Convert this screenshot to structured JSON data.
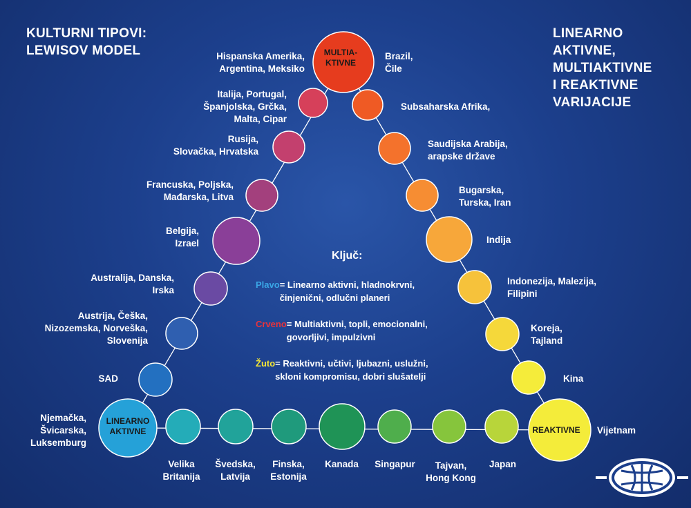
{
  "title_left": "KULTURNI TIPOVI:\nLEWISOV MODEL",
  "title_right": "LINEARNO\nAKTIVNE,\nMULTIAKTIVNE\nI REAKTIVNE\nVARIJACIJE",
  "vertices": {
    "multiactive": "MULTIA-\nKTIVNE",
    "linear": "LINEARNO\nAKTIVNE",
    "reactive": "REAKTIVNE"
  },
  "labels": {
    "hispanska": "Hispanska Amerika,\nArgentina, Meksiko",
    "brazil": "Brazil,\nČile",
    "italija": "Italija, Portugal,\nŠpanjolska, Grčka,\nMalta, Cipar",
    "subsaharska": "Subsaharska Afrika,",
    "rusija": "Rusija,\nSlovačka, Hrvatska",
    "saudijska": "Saudijska Arabija,\narapske države",
    "francuska": "Francuska, Poljska,\nMađarska, Litva",
    "bugarska": "Bugarska,\nTurska, Iran",
    "belgija": "Belgija,\nIzrael",
    "indija": "Indija",
    "australija": "Australija, Danska,\nIrska",
    "indonezija": "Indonezija, Malezija,\nFilipini",
    "austrija": "Austrija, Češka,\nNizozemska, Norveška,\nSlovenija",
    "koreja": "Koreja,\nTajland",
    "sad": "SAD",
    "kina": "Kina",
    "njemacka": "Njemačka,\nŠvicarska,\nLuksemburg",
    "vijetnam": "Vijetnam",
    "velika": "Velika\nBritanija",
    "svedska": "Švedska,\nLatvija",
    "finska": "Finska,\nEstonija",
    "kanada": "Kanada",
    "singapur": "Singapur",
    "tajvan": "Tajvan,\nHong Kong",
    "japan": "Japan"
  },
  "key": {
    "title": "Ključ:",
    "blue_name": "Plavo",
    "blue_desc": " = Linearno aktivni, hladnokrvni,\n     činjenični, odlučni planeri",
    "red_name": "Crveno",
    "red_desc": " = Multiaktivni, topli, emocionalni,\n       govorljivi, impulzivni",
    "yellow_name": "Žuto",
    "yellow_desc": " = Reaktivni, učtivi, ljubazni, uslužni,\n    skloni kompromisu, dobri slušatelji"
  },
  "colors": {
    "blue": "#3aa6e6",
    "red": "#e8333c",
    "yellow": "#f5e635",
    "line": "#ffffff"
  }
}
